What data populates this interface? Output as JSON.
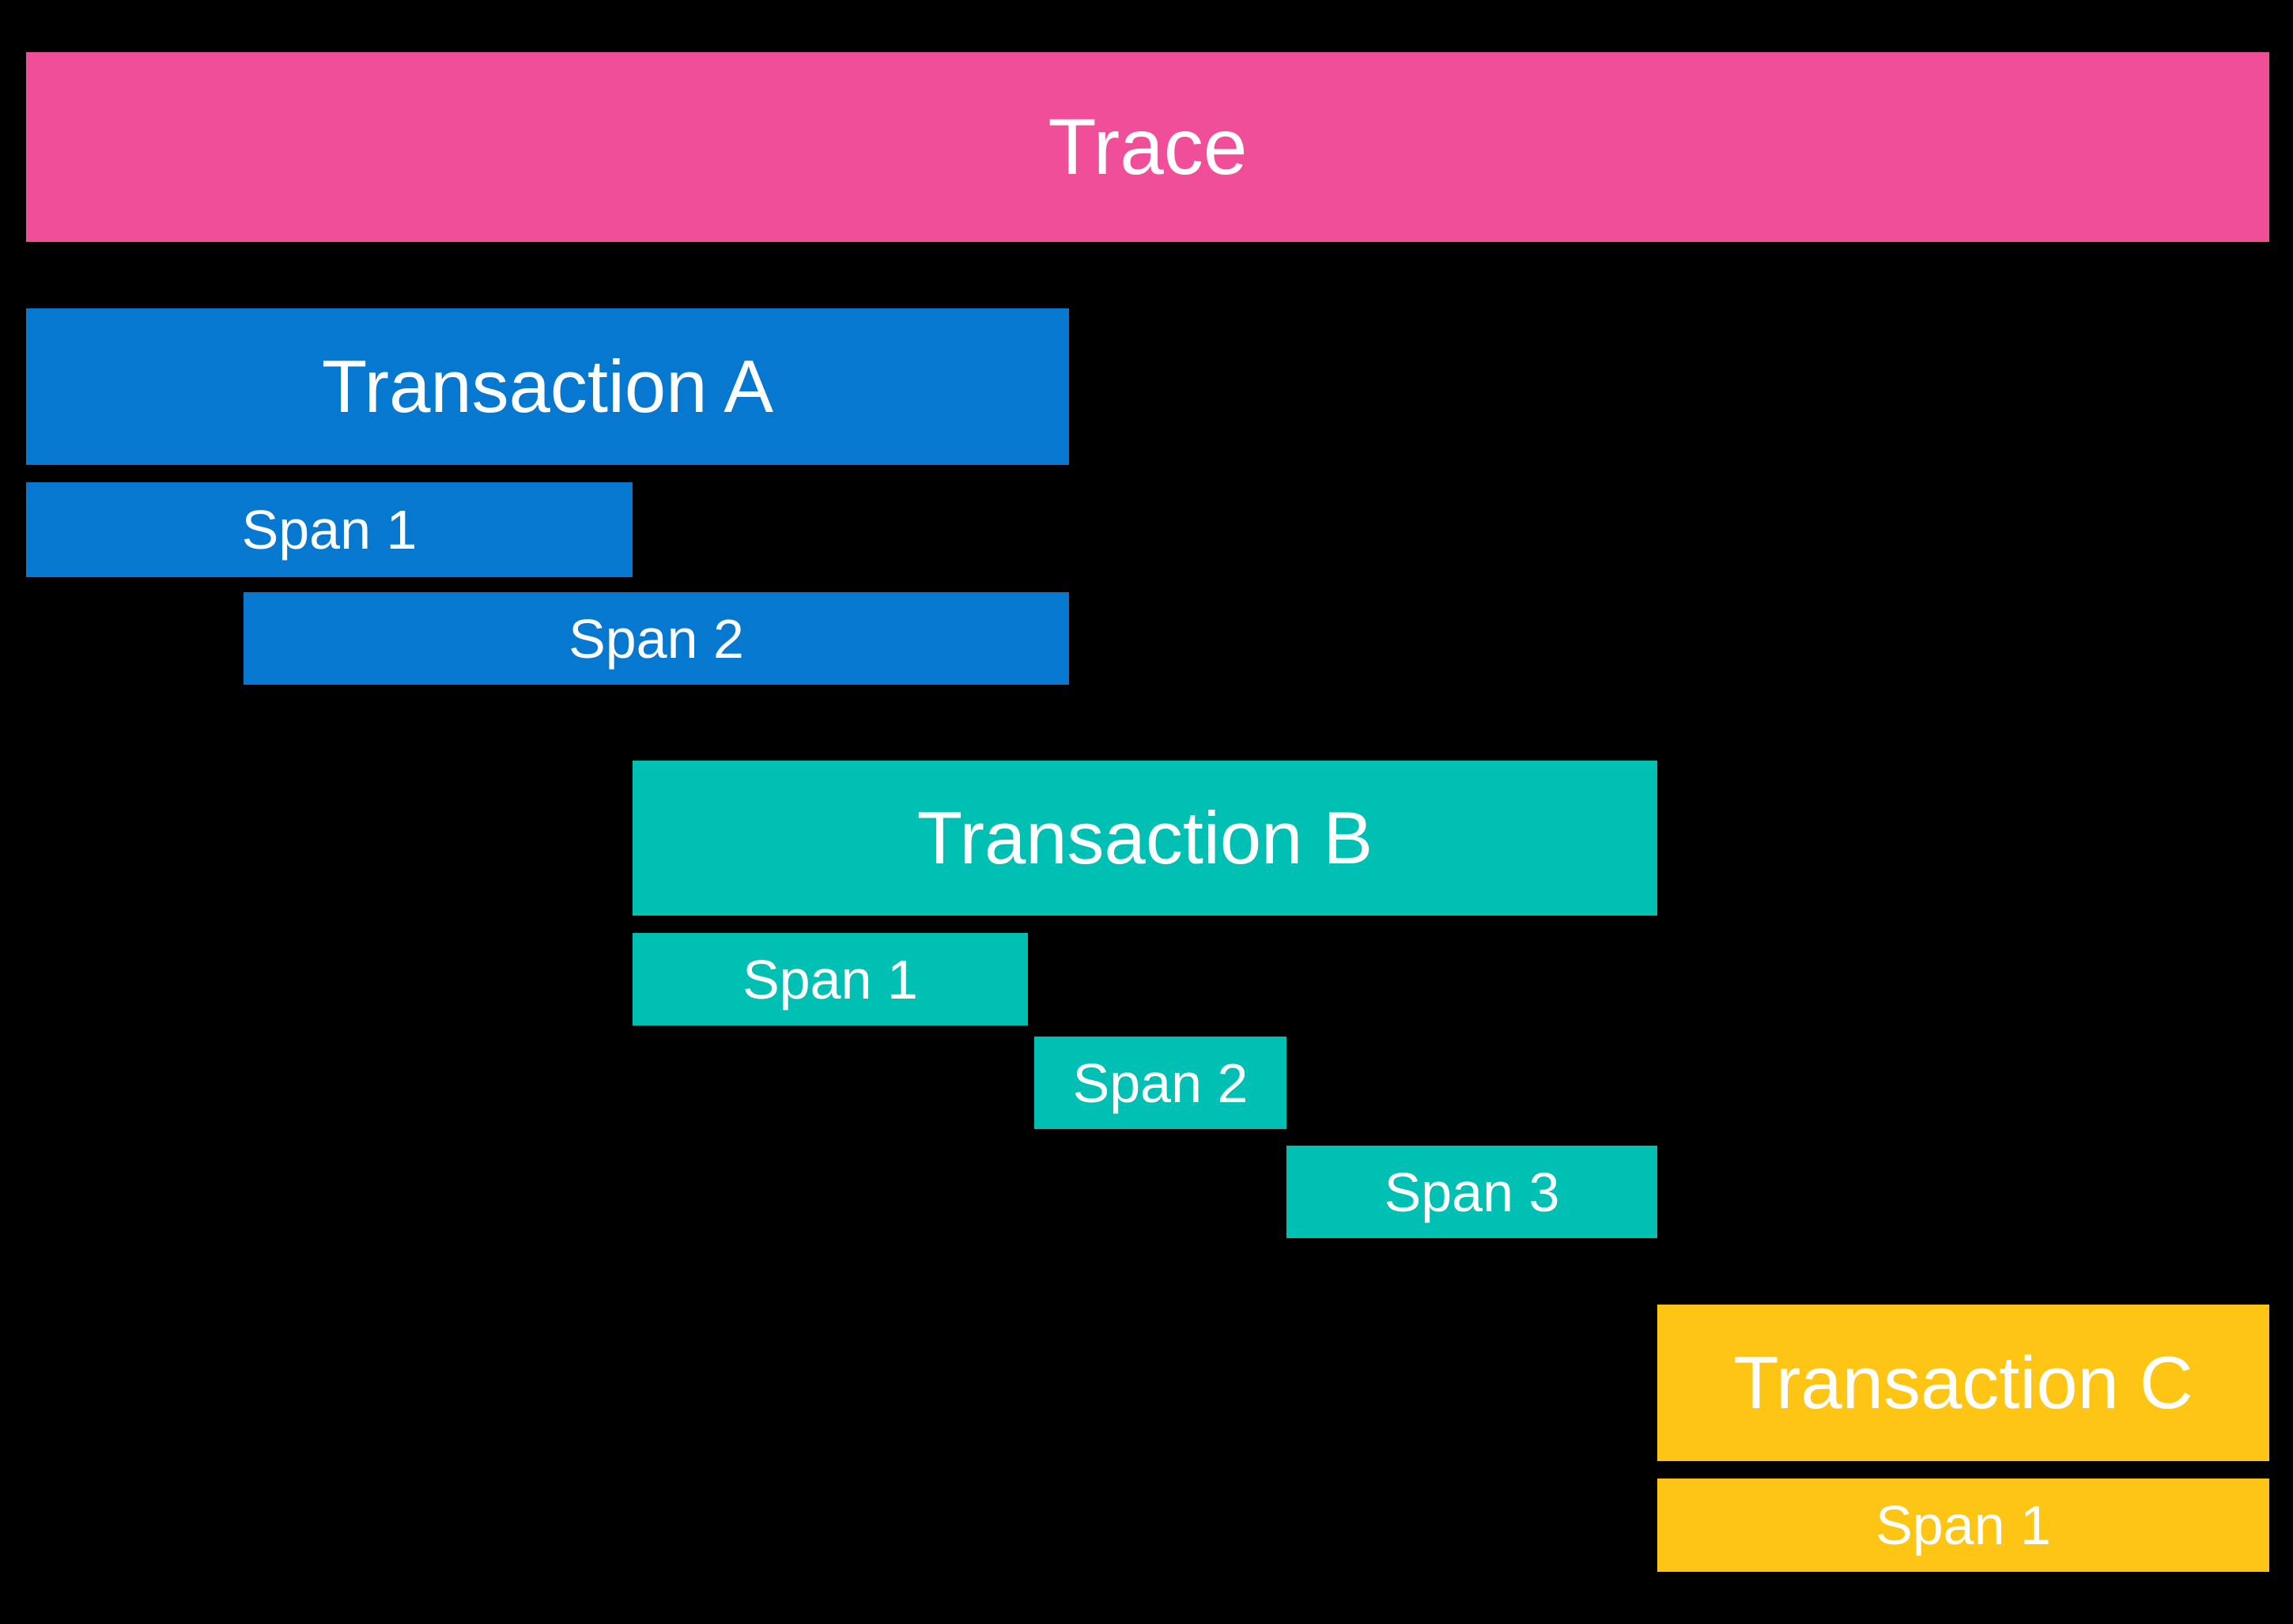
{
  "trace": {
    "label": "Trace"
  },
  "transactions": [
    {
      "name": "Transaction A",
      "spans": [
        "Span 1",
        "Span 2"
      ]
    },
    {
      "name": "Transaction B",
      "spans": [
        "Span 1",
        "Span 2",
        "Span 3"
      ]
    },
    {
      "name": "Transaction C",
      "spans": [
        "Span 1"
      ]
    }
  ],
  "colors": {
    "background": "#000000",
    "text": "#FFFFFF",
    "trace": "#F04E98",
    "transaction_a": "#0778D0",
    "transaction_b": "#00BFB3",
    "transaction_c": "#FEC514"
  }
}
